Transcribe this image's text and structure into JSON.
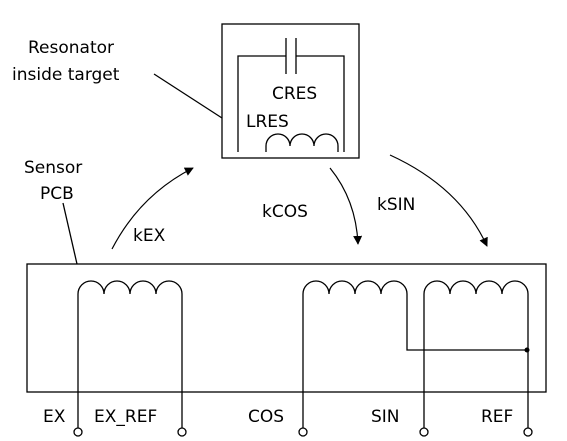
{
  "labels": {
    "resonator_line1": "Resonator",
    "resonator_line2": "inside target",
    "cres": "CRES",
    "lres": "LRES",
    "sensor_line1": "Sensor",
    "sensor_line2": "PCB",
    "kex": "kEX",
    "kcos": "kCOS",
    "ksin": "kSIN"
  },
  "terminals": {
    "ex": "EX",
    "ex_ref": "EX_REF",
    "cos": "COS",
    "sin": "SIN",
    "ref": "REF"
  }
}
